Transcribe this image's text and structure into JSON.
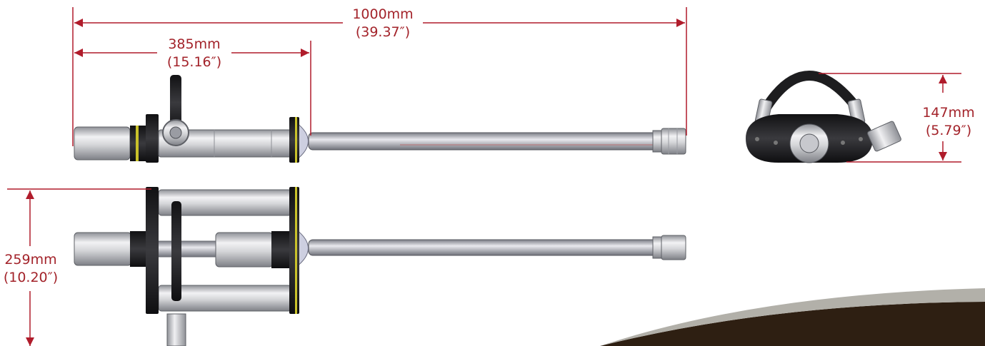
{
  "colors": {
    "dimension": "#b01c2b",
    "dimension_text": "#a3232a",
    "tool_metal_light": "#e4e4e6",
    "tool_metal_dark": "#8e9096",
    "tool_black": "#1b1b1d",
    "accent_yellow": "#c9c12a",
    "swoosh_gray": "#b2b0a9",
    "swoosh_brown": "#2e1f12"
  },
  "dimensions": {
    "overall_length": {
      "metric": "1000mm",
      "imperial": "(39.37″)"
    },
    "body_length": {
      "metric": "385mm",
      "imperial": "(15.16″)"
    },
    "end_view_height": {
      "metric": "147mm",
      "imperial": "(5.79″)"
    },
    "top_view_width": {
      "metric": "259mm",
      "imperial": "(10.20″)"
    }
  },
  "views": [
    {
      "id": "side-view",
      "icon": "hydraulic-tool-side-view"
    },
    {
      "id": "top-view",
      "icon": "hydraulic-tool-top-view"
    },
    {
      "id": "end-view",
      "icon": "hydraulic-tool-end-view"
    }
  ]
}
